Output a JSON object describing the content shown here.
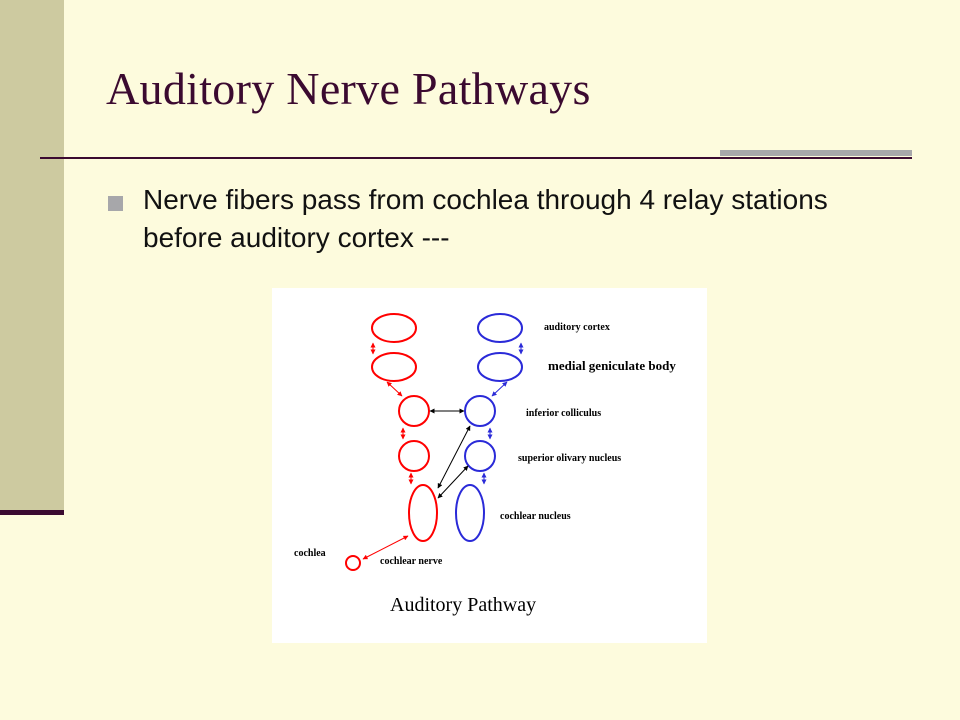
{
  "slide": {
    "title": "Auditory Nerve Pathways",
    "bullet": "Nerve fibers pass from cochlea through 4 relay stations before auditory cortex ---",
    "colors": {
      "background": "#fdfbdd",
      "sidebar": "#cdcaa0",
      "accent": "#3b0a30",
      "bullet": "#a7a7aa"
    }
  },
  "diagram": {
    "caption": "Auditory Pathway",
    "labels": {
      "auditory_cortex": "auditory cortex",
      "medial_geniculate": "medial geniculate body",
      "inferior_colliculus": "inferior colliculus",
      "superior_olivary": "superior olivary nucleus",
      "cochlear_nucleus": "cochlear nucleus",
      "cochlea": "cochlea",
      "cochlear_nerve": "cochlear nerve"
    },
    "colors": {
      "left_side": "#ff0000",
      "right_side": "#2a2ad8",
      "arrows": "#000000"
    }
  }
}
